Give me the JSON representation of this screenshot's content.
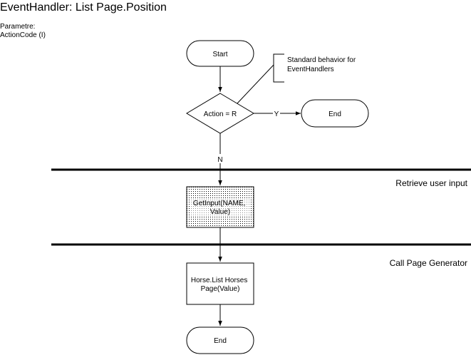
{
  "title": "EventHandler: List Page.Position",
  "parameters": {
    "heading": "Parametre:",
    "items": [
      "ActionCode (I)"
    ]
  },
  "nodes": {
    "start": "Start",
    "decision": "Action = R",
    "end_right": "End",
    "annotation": [
      "Standard behavior for",
      "EventHandlers"
    ],
    "getinput": [
      "GetInput(NAME,",
      "Value)"
    ],
    "horse": [
      "Horse.List Horses",
      "Page(Value)"
    ],
    "end_bottom": "End"
  },
  "edges": {
    "yes_label": "Y",
    "no_label": "N"
  },
  "sections": [
    {
      "label": "Retrieve user input"
    },
    {
      "label": "Call Page Generator"
    }
  ]
}
